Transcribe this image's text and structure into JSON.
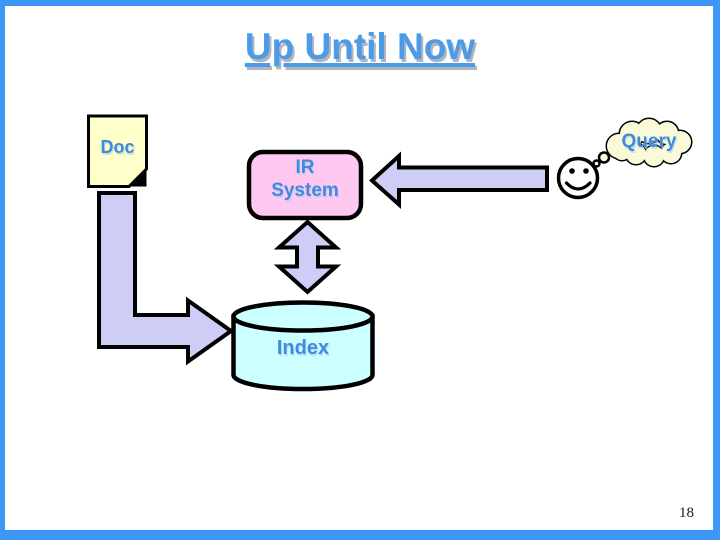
{
  "slide": {
    "title": "Up Until Now",
    "page_number": "18"
  },
  "diagram": {
    "doc": {
      "label": "Doc"
    },
    "ir_system": {
      "lines": [
        "IR",
        "System"
      ]
    },
    "index": {
      "label": "Index"
    },
    "query": {
      "label": "Query"
    }
  },
  "colors": {
    "frame": "#3E96F7",
    "title_text": "#4B9BE9",
    "label_text": "#4189DC",
    "doc_fill": "#FFFFC9",
    "ir_fill": "#FFC8F0",
    "arrow_fill": "#CDCDF6",
    "cylinder_fill": "#CCFFFF",
    "cloud_fill": "#FAFAD9",
    "outline": "#000000"
  }
}
